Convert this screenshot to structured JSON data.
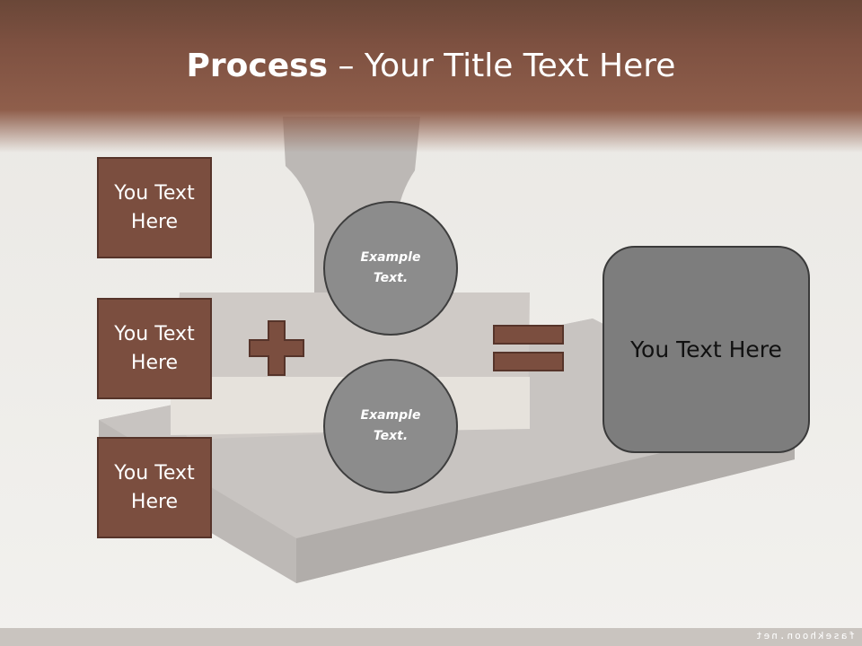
{
  "title": {
    "bold": "Process",
    "rest": " – Your Title Text Here"
  },
  "left_boxes": [
    {
      "label": "You Text Here"
    },
    {
      "label": "You Text Here"
    },
    {
      "label": "You Text Here"
    }
  ],
  "circles": [
    {
      "label": "Example Text."
    },
    {
      "label": "Example Text."
    }
  ],
  "result_box": {
    "label": "You Text Here"
  },
  "watermark": "fasekhoon.net",
  "colors": {
    "accent": "#7b4e3f",
    "circle": "#8c8c8c",
    "result": "#7d7d7d"
  }
}
